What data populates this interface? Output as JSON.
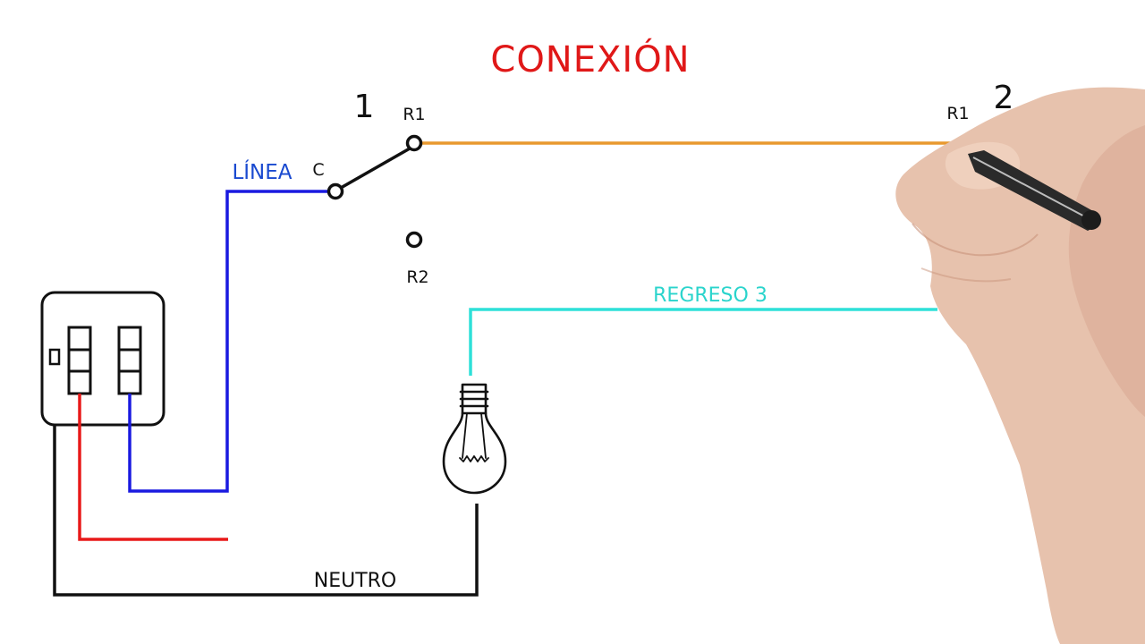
{
  "title": "CONEXIÓN",
  "switch_1": {
    "number": "1",
    "common_label": "C",
    "r1_label": "R1",
    "r2_label": "R2"
  },
  "switch_2": {
    "number": "2",
    "r1_label": "R1"
  },
  "wires": {
    "line_label": "LÍNEA",
    "return_label": "REGRESO 3",
    "neutral_label": "NEUTRO"
  },
  "colors": {
    "title": "#e01818",
    "line": "#1a1ae0",
    "traveler": "#e8992e",
    "return": "#2ee0d8",
    "phase": "#e81a1a",
    "neutral": "#111111",
    "line_label": "#1a4ad0",
    "return_label": "#2ad4cc"
  }
}
